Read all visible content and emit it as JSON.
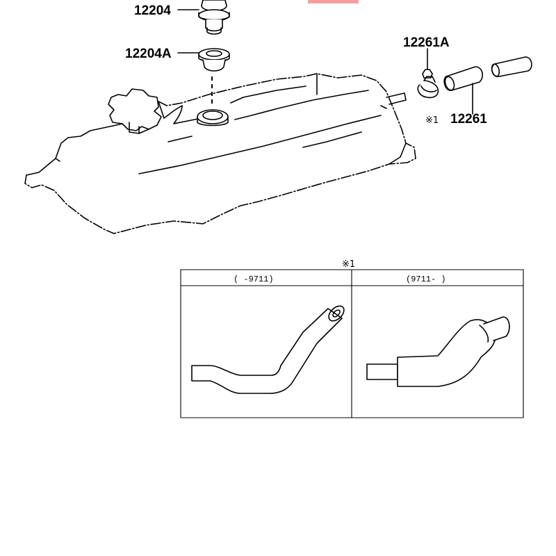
{
  "labels": {
    "plug": "12204",
    "grommet": "12204A",
    "clamp": "12261A",
    "hose": "12261",
    "note_ref": "※1"
  },
  "detail": {
    "title": "※1",
    "left_header": "(     -9711)",
    "right_header": "(9711-     )"
  },
  "colors": {
    "line": "#000000",
    "background": "#ffffff",
    "accent_bar": "#f4a0a0"
  }
}
